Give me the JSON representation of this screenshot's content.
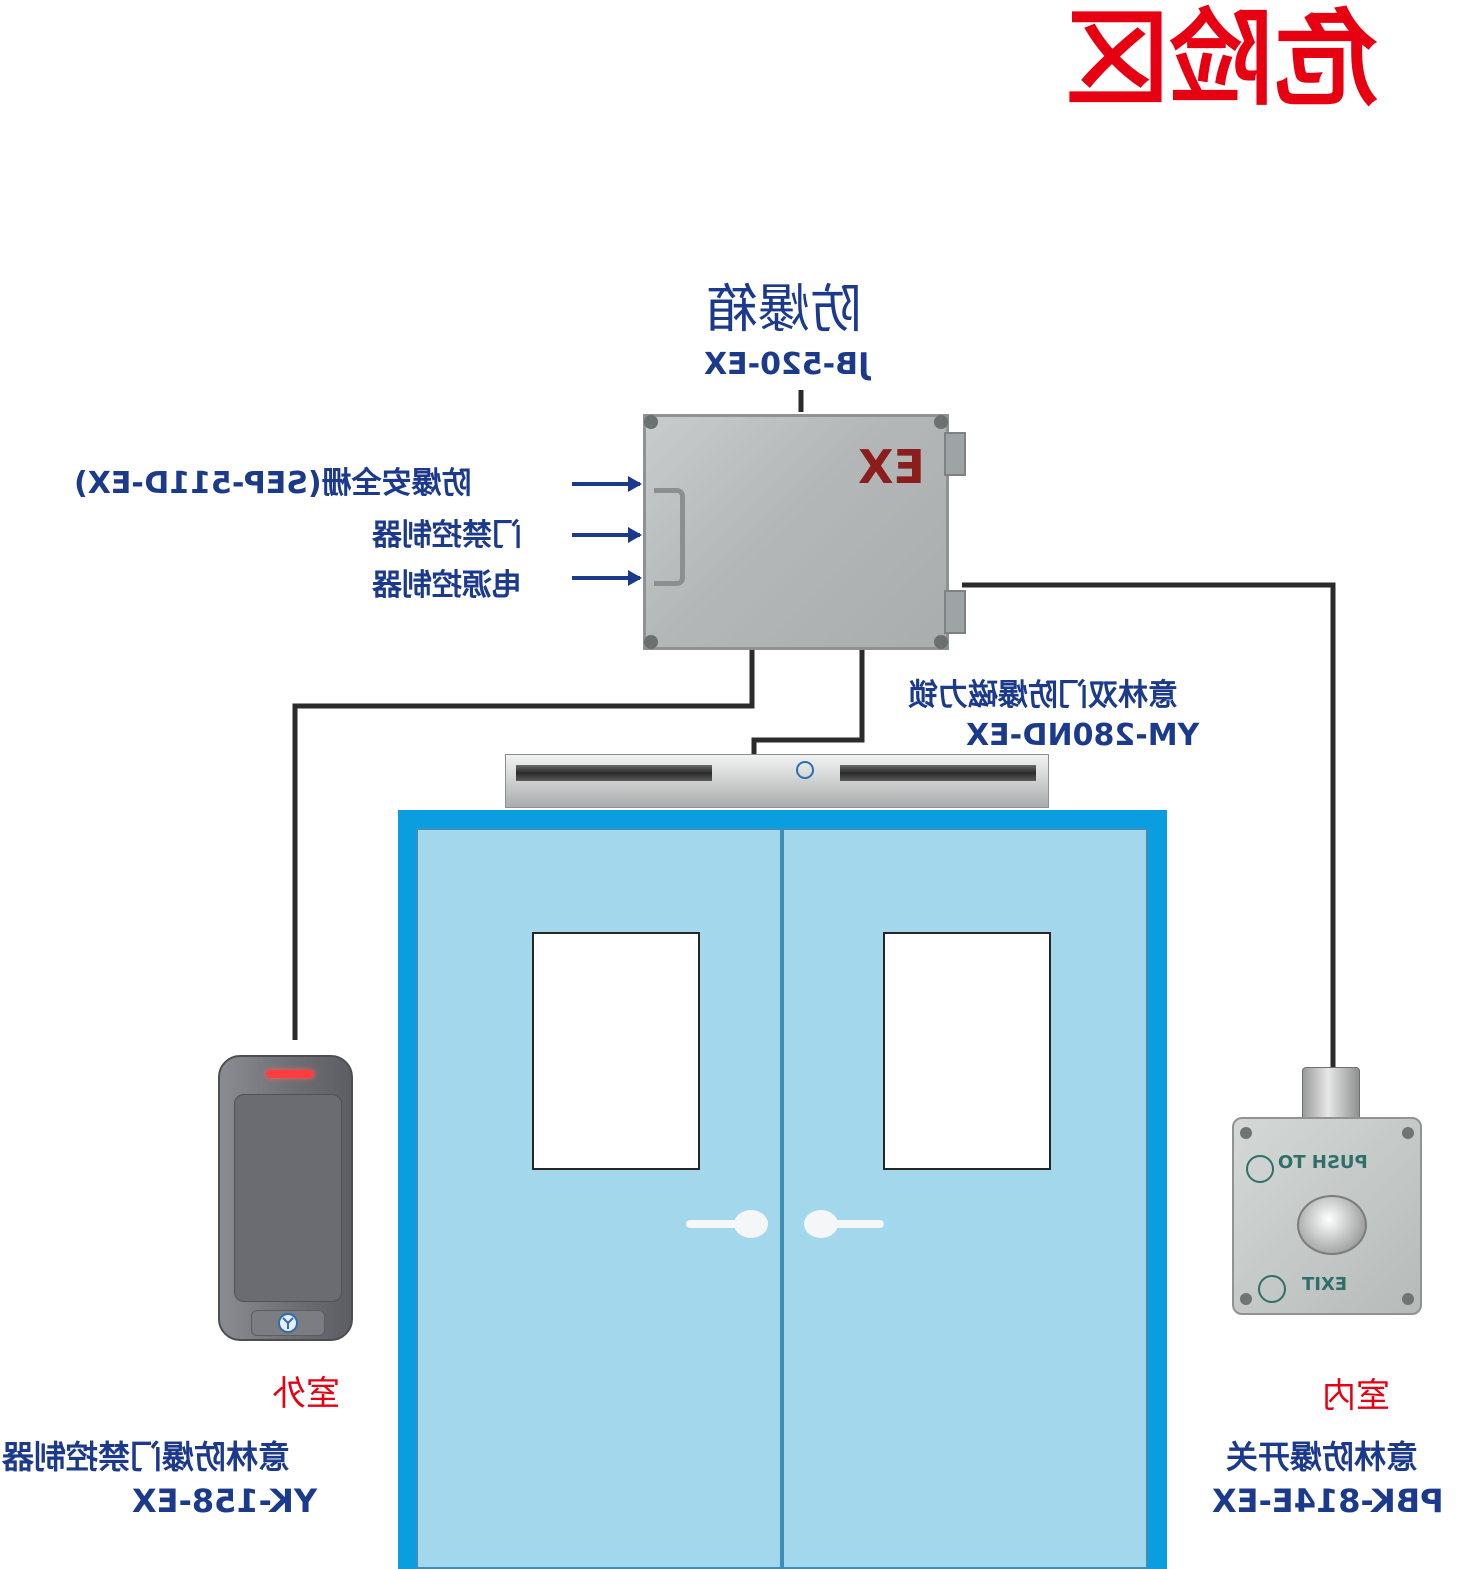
{
  "title": "危险区",
  "enclosure": {
    "name": "防爆箱",
    "model": "JB-520-EX",
    "badge": "EX"
  },
  "contents": [
    {
      "label": "防爆安全栅(SEP-511D-EX)"
    },
    {
      "label": "门禁控制器"
    },
    {
      "label": "电源控制器"
    }
  ],
  "lock": {
    "name": "意林双门防爆磁力锁",
    "model": "YM-280ND-EX"
  },
  "reader": {
    "location": "室外",
    "name": "意林防爆门禁控制器",
    "model": "YK-158-EX"
  },
  "exit_switch": {
    "location": "室内",
    "name": "意林防爆开关",
    "model": "PBK-814E-EX",
    "top_text": "PUSH TO",
    "bottom_text": "EXIT"
  },
  "colors": {
    "title": "#e60012",
    "label": "#1c3a8c",
    "door_frame": "#0a9de0",
    "door_leaf": "#a3d8ec",
    "cable": "#2b2b2b"
  }
}
